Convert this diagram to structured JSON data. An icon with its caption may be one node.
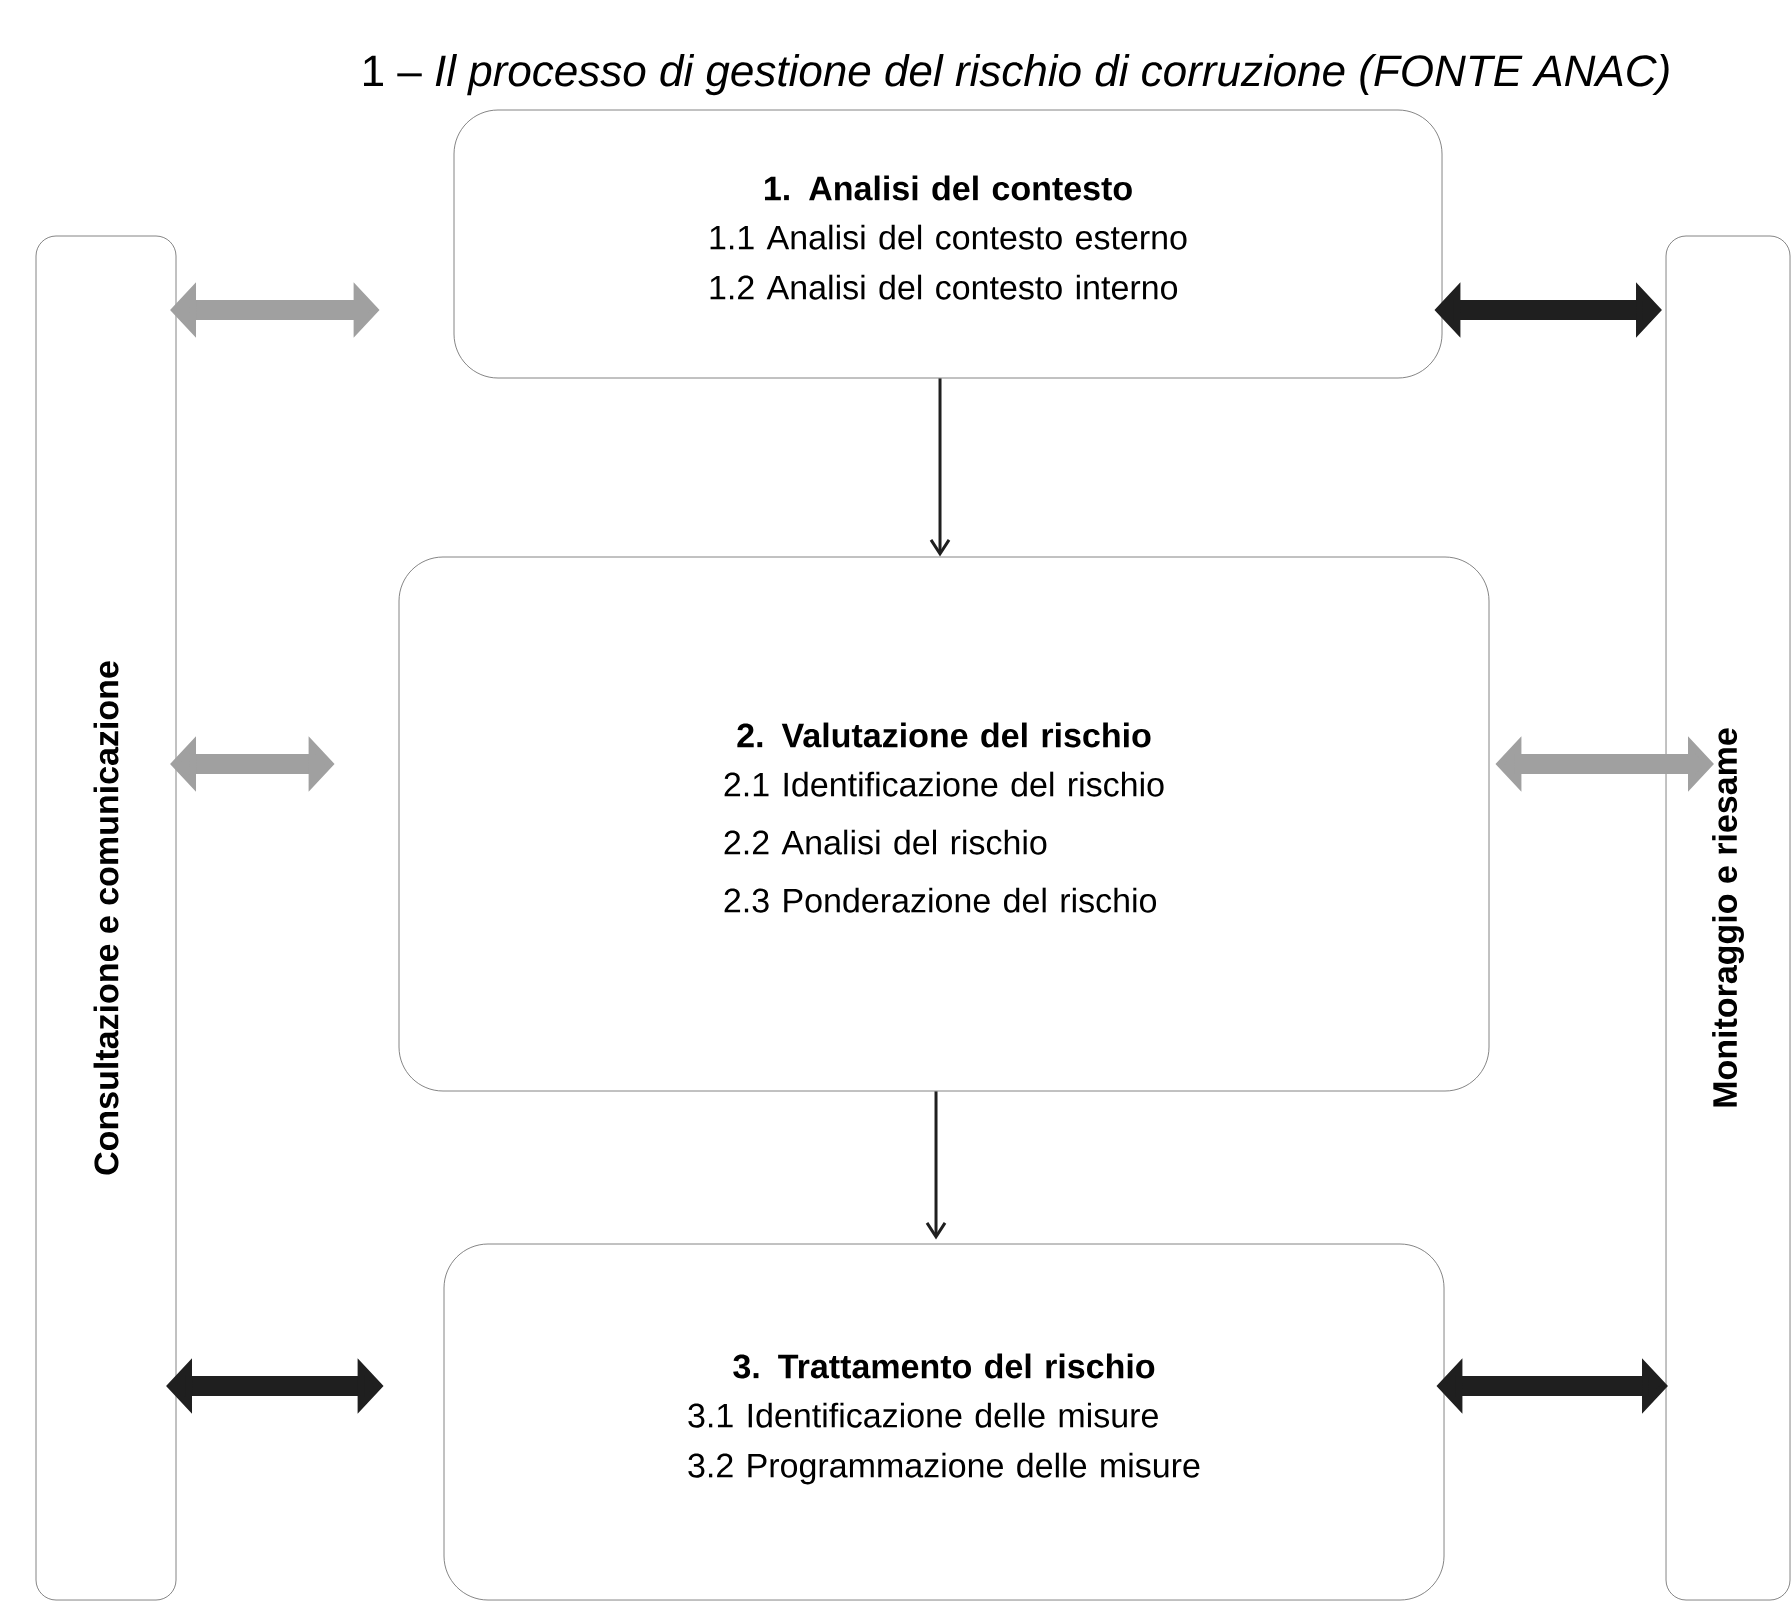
{
  "diagram": {
    "title": "1 – *Il processo di gestione del rischio di corruzione (FONTE ANAC)*",
    "nodes": [
      {
        "text": [
          "Consultazione e comunicazione"
        ]
      },
      {
        "text": [
          "1. Analisi del contesto",
          "1.1 Analisi del contesto esterno",
          "1.2 Analisi del contesto interno"
        ]
      },
      {
        "text": [
          "2. Valutazione del rischio",
          "2.1 Identificazione del rischio",
          "2.2 Analisi del rischio",
          "2.3 Ponderazione del rischio"
        ]
      },
      {
        "text": [
          "3. Trattamento del rischio",
          "3.1 Identificazione delle misure",
          "3.2 Programmazione delle misure"
        ]
      },
      {
        "text": [
          "Monitoraggio e riesame"
        ]
      }
    ],
    "edges": [
      {
        "from": 1,
        "to": 2,
        "arrow": "to"
      },
      {
        "from": 2,
        "to": 3,
        "arrow": "to"
      },
      {
        "from": 0,
        "to": 1,
        "arrow": "both",
        "color": "#a0a0a0"
      },
      {
        "from": 1,
        "to": 4,
        "arrow": "both"
      },
      {
        "from": 0,
        "to": 2,
        "arrow": "both",
        "color": "#a0a0a0"
      },
      {
        "from": 2,
        "to": 4,
        "arrow": "both",
        "color": "#a0a0a0"
      },
      {
        "from": 0,
        "to": 3,
        "arrow": "both"
      },
      {
        "from": 3,
        "to": 4,
        "arrow": "both"
      }
    ]
  }
}
